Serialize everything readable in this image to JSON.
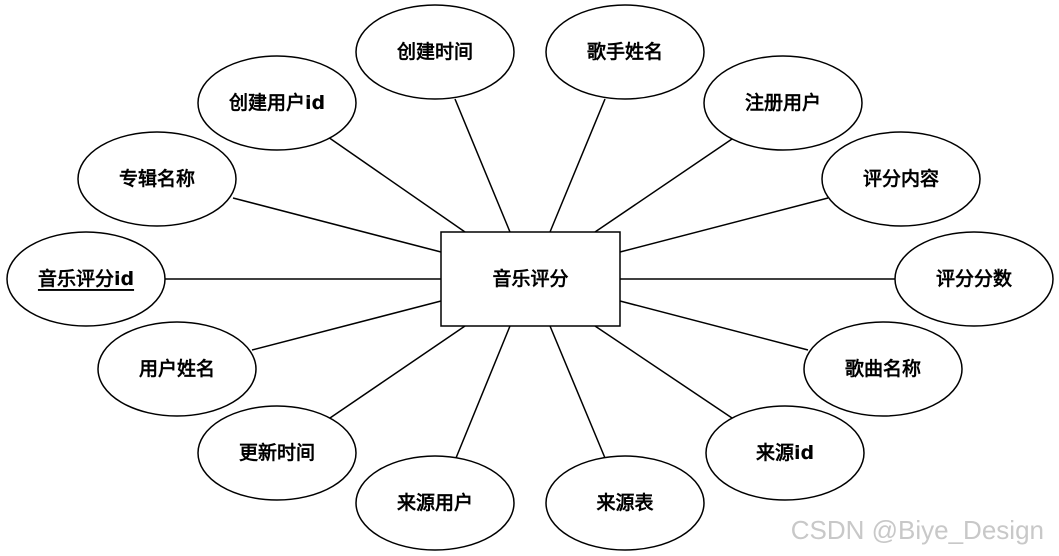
{
  "diagram": {
    "entity": {
      "label": "音乐评分"
    },
    "attributes": [
      {
        "id": "a1",
        "label": "创建时间"
      },
      {
        "id": "a2",
        "label": "歌手姓名"
      },
      {
        "id": "a3",
        "label": "创建用户id"
      },
      {
        "id": "a4",
        "label": "注册用户"
      },
      {
        "id": "a5",
        "label": "专辑名称"
      },
      {
        "id": "a6",
        "label": "评分内容"
      },
      {
        "id": "a7",
        "label": "音乐评分id",
        "primary_key": true
      },
      {
        "id": "a8",
        "label": "评分分数"
      },
      {
        "id": "a9",
        "label": "用户姓名"
      },
      {
        "id": "a10",
        "label": "歌曲名称"
      },
      {
        "id": "a11",
        "label": "更新时间"
      },
      {
        "id": "a12",
        "label": "来源id"
      },
      {
        "id": "a13",
        "label": "来源用户"
      },
      {
        "id": "a14",
        "label": "来源表"
      }
    ]
  },
  "watermark": "CSDN @Biye_Design"
}
